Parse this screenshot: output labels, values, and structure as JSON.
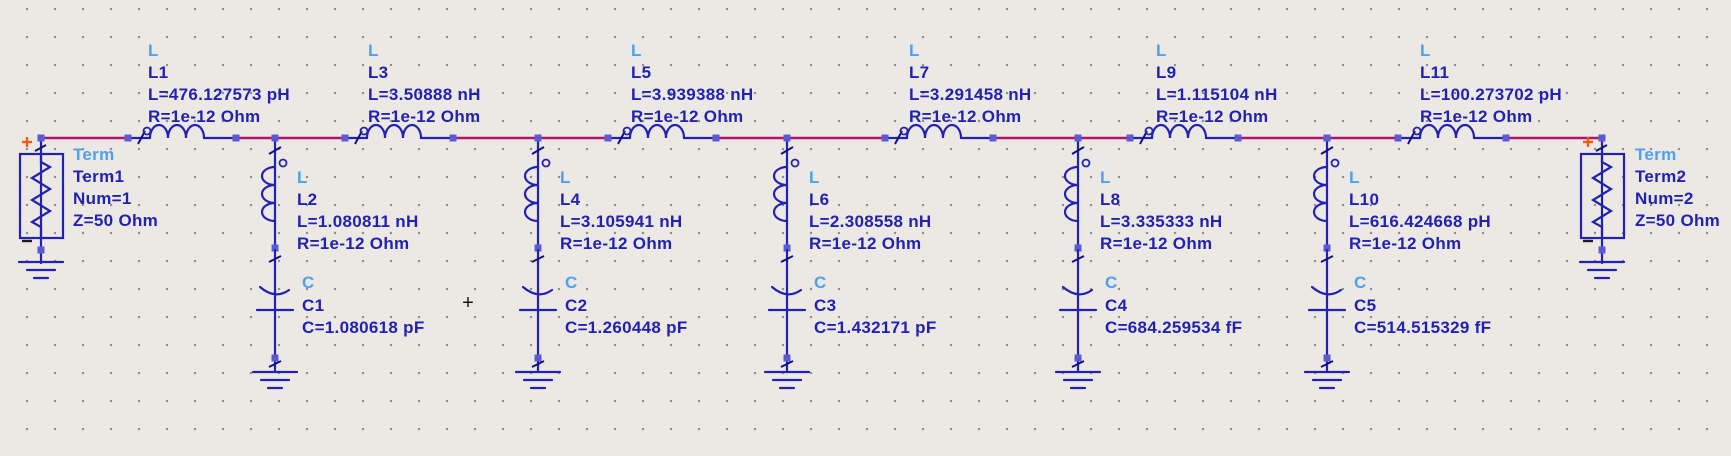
{
  "colors": {
    "background": "#ece9e5",
    "wire": "#b4136c",
    "component": "#2222b2",
    "type_label": "#4da2ec",
    "node": "#5a5ad4",
    "plus": "#f05a14"
  },
  "terms": [
    {
      "type": "Term",
      "name": "Term1",
      "num": "Num=1",
      "z": "Z=50 Ohm"
    },
    {
      "type": "Term",
      "name": "Term2",
      "num": "Num=2",
      "z": "Z=50 Ohm"
    }
  ],
  "series": [
    {
      "type": "L",
      "name": "L1",
      "l": "L=476.127573 pH",
      "r": "R=1e-12 Ohm"
    },
    {
      "type": "L",
      "name": "L3",
      "l": "L=3.50888 nH",
      "r": "R=1e-12 Ohm"
    },
    {
      "type": "L",
      "name": "L5",
      "l": "L=3.939388 nH",
      "r": "R=1e-12 Ohm"
    },
    {
      "type": "L",
      "name": "L7",
      "l": "L=3.291458 nH",
      "r": "R=1e-12 Ohm"
    },
    {
      "type": "L",
      "name": "L9",
      "l": "L=1.115104 nH",
      "r": "R=1e-12 Ohm"
    },
    {
      "type": "L",
      "name": "L11",
      "l": "L=100.273702 pH",
      "r": "R=1e-12 Ohm"
    }
  ],
  "shunt": [
    {
      "L": {
        "type": "L",
        "name": "L2",
        "l": "L=1.080811 nH",
        "r": "R=1e-12 Ohm"
      },
      "C": {
        "type": "C",
        "name": "C1",
        "c": "C=1.080618 pF"
      }
    },
    {
      "L": {
        "type": "L",
        "name": "L4",
        "l": "L=3.105941 nH",
        "r": "R=1e-12 Ohm"
      },
      "C": {
        "type": "C",
        "name": "C2",
        "c": "C=1.260448 pF"
      }
    },
    {
      "L": {
        "type": "L",
        "name": "L6",
        "l": "L=2.308558 nH",
        "r": "R=1e-12 Ohm"
      },
      "C": {
        "type": "C",
        "name": "C3",
        "c": "C=1.432171 pF"
      }
    },
    {
      "L": {
        "type": "L",
        "name": "L8",
        "l": "L=3.335333 nH",
        "r": "R=1e-12 Ohm"
      },
      "C": {
        "type": "C",
        "name": "C4",
        "c": "C=684.259534 fF"
      }
    },
    {
      "L": {
        "type": "L",
        "name": "L10",
        "l": "L=616.424668 pH",
        "r": "R=1e-12 Ohm"
      },
      "C": {
        "type": "C",
        "name": "C5",
        "c": "C=514.515329 fF"
      }
    }
  ],
  "origin_marker": "+"
}
